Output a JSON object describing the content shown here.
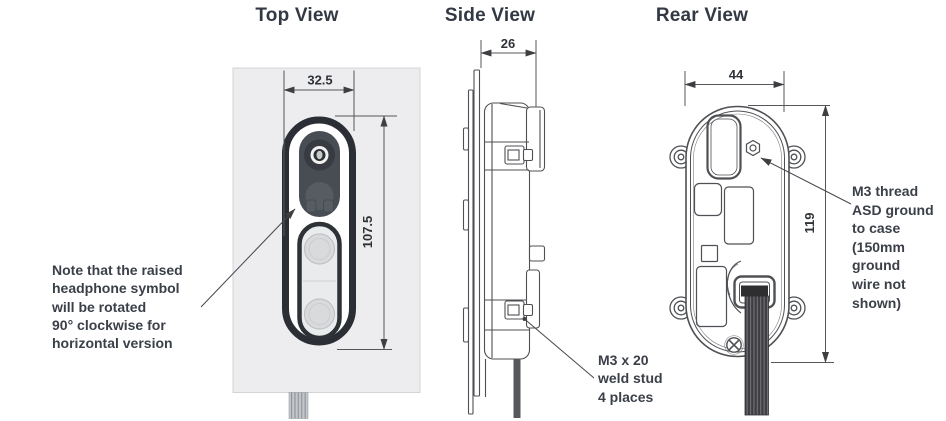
{
  "titles": {
    "top": "Top View",
    "side": "Side View",
    "rear": "Rear View"
  },
  "dimensions": {
    "top_width": "32.5",
    "top_height": "107.5",
    "side_depth": "26",
    "rear_width": "44",
    "rear_height": "119"
  },
  "annotations": {
    "headphone_note": {
      "lines": [
        "Note that the raised",
        "headphone symbol",
        "will be rotated",
        "90° clockwise for",
        "horizontal version"
      ]
    },
    "weld_stud": {
      "lines": [
        "M3 x 20",
        "weld stud",
        "4 places"
      ]
    },
    "ground_thread": {
      "lines": [
        "M3 thread",
        "ASD ground",
        "to case",
        "(150mm",
        "ground",
        "wire not",
        "shown)"
      ]
    }
  },
  "colors": {
    "panel": "#ededef",
    "device_outline": "#2b2f35",
    "device_insert": "#484d54",
    "drawing_line": "#4e5054",
    "annotation_text": "#3a3f48",
    "title_text": "#333944"
  }
}
